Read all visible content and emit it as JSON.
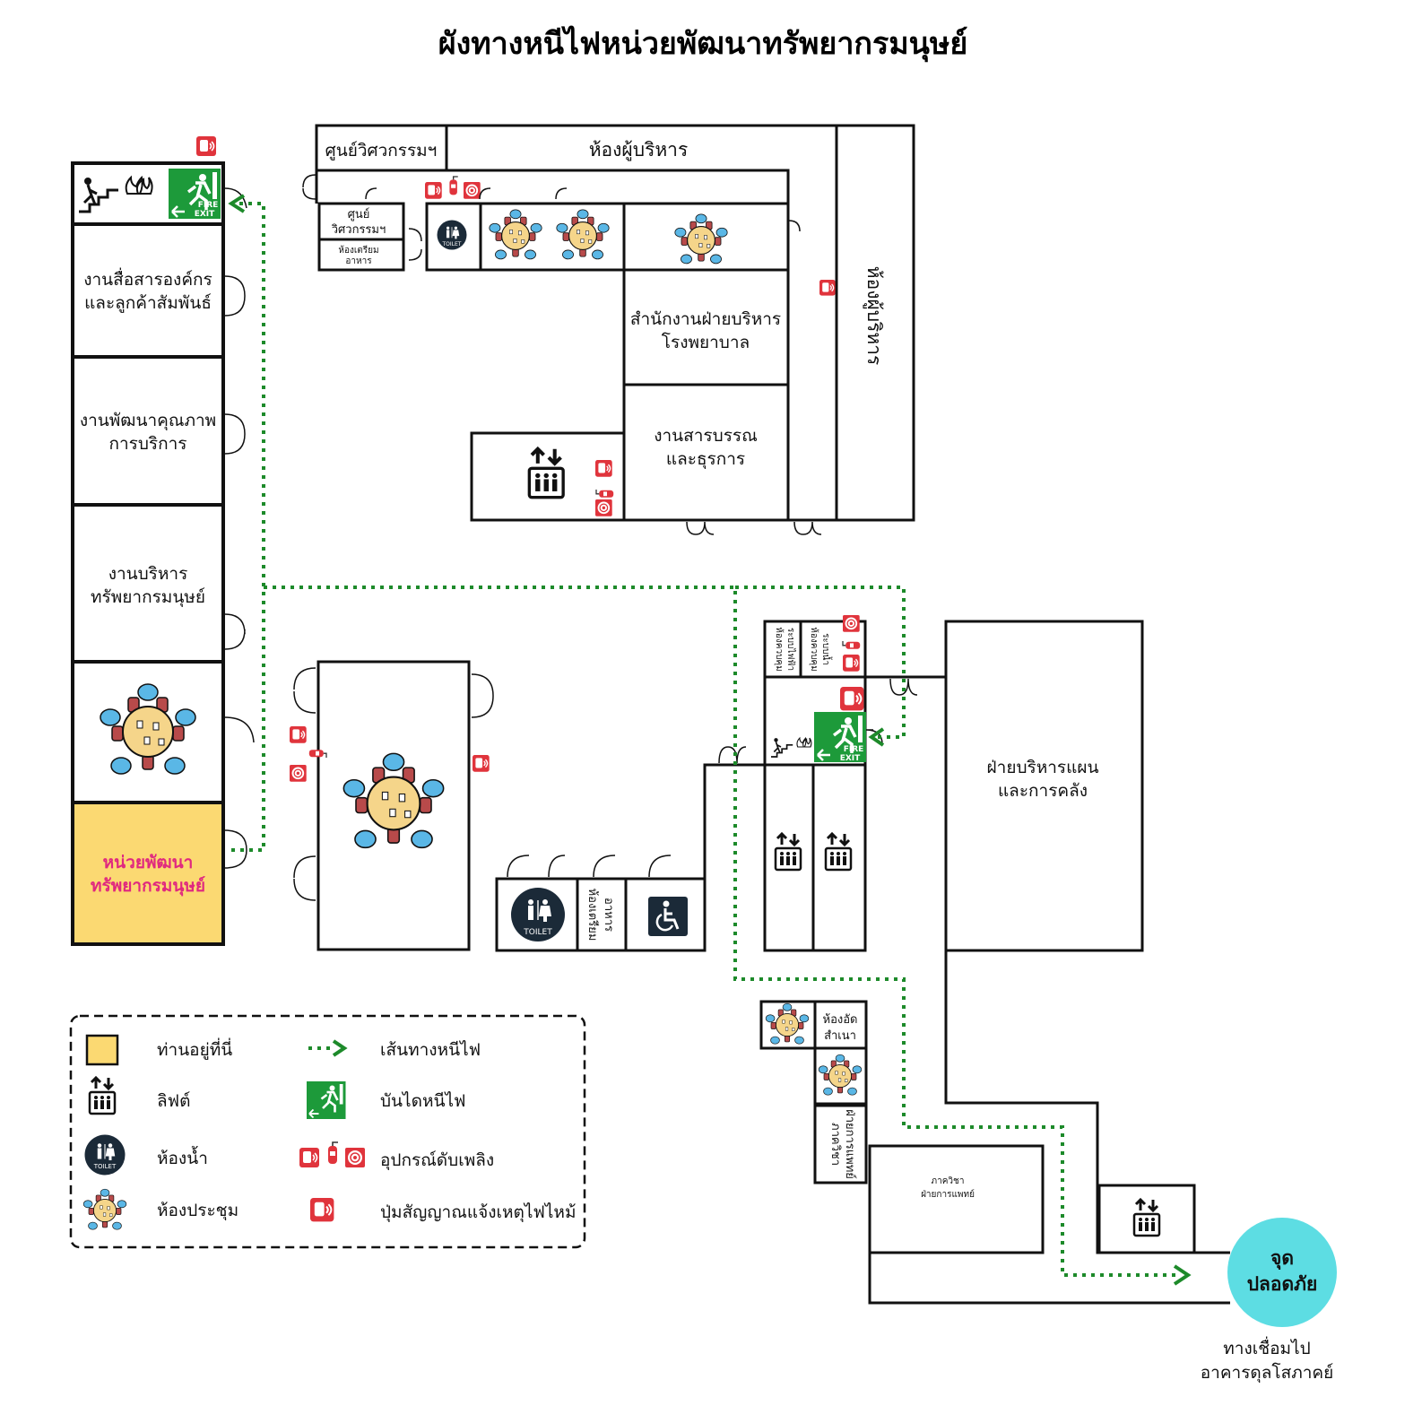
{
  "title": "ผังทางหนีไฟหน่วยพัฒนาทรัพยากรมนุษย์",
  "rooms": {
    "engineering_center": "ศูนย์วิศวกรรมฯ",
    "executive_room_top": "ห้องผู้บริหาร",
    "engineering_center_small_1": "ศูนย์",
    "engineering_center_small_2": "วิศวกรรมฯ",
    "food_prep_small_1": "ห้องเตรียม",
    "food_prep_small_2": "อาหาร",
    "admin_office_1": "สำนักงานฝ่ายบริหาร",
    "admin_office_2": "โรงพยาบาล",
    "executive_room_vertical": "ห้องผู้บริหาร",
    "documents_1": "งานสารบรรณ",
    "documents_2": "และธุรการ",
    "pr_1": "งานสื่อสารองค์กร",
    "pr_2": "และลูกค้าสัมพันธ์",
    "quality_1": "งานพัฒนาคุณภาพ",
    "quality_2": "การบริการ",
    "hr_admin_1": "งานบริหาร",
    "hr_admin_2": "ทรัพยากรมนุษย์",
    "you_are_here_1": "หน่วยพัฒนา",
    "you_are_here_2": "ทรัพยากรมนุษย์",
    "food_prep_vertical_1": "ห้องเตรียม",
    "food_prep_vertical_2": "อาหาร",
    "control_room_a_1": "ห้องควบคุม",
    "control_room_a_2": "ระบบไฟฟ้า",
    "control_room_b_1": "ห้องควบคุม",
    "control_room_b_2": "ระบบน้ำ",
    "plan_finance_1": "ฝ่ายบริหารแผน",
    "plan_finance_2": "และการคลัง",
    "copy_room_1": "ห้องอัด",
    "copy_room_2": "สำเนา",
    "medical_dept_vertical_1": "ภาควิชา",
    "medical_dept_vertical_2": "ฝ่ายการแพทย์",
    "medical_dept_1": "ภาควิชา",
    "medical_dept_2": "ฝ่ายการแพทย์"
  },
  "safe_point": {
    "line1": "จุด",
    "line2": "ปลอดภัย",
    "color": "#5ddde3"
  },
  "connection": {
    "line1": "ทางเชื่อมไป",
    "line2": "อาคารดุลโสภาคย์"
  },
  "fire_exit_sign": {
    "line1": "FIRE",
    "line2": "EXIT",
    "color": "#1d9a3a"
  },
  "toilet_text": "TOILET",
  "legend": {
    "you_are_here": "ท่านอยู่ที่นี่",
    "lift": "ลิฟต์",
    "toilet": "ห้องน้ำ",
    "meeting": "ห้องประชุม",
    "route": "เส้นทางหนีไฟ",
    "stairs": "บันไดหนีไฟ",
    "equipment": "อุปกรณ์ดับเพลิง",
    "alarm": "ปุ่มสัญญาณแจ้งเหตุไฟไหม้"
  },
  "colors": {
    "here": "#fbd972",
    "route": "#1d8a2a",
    "alarm": "#e0343c",
    "meeting_table": "#f5d58a",
    "meeting_bubble": "#5ab7e6"
  }
}
